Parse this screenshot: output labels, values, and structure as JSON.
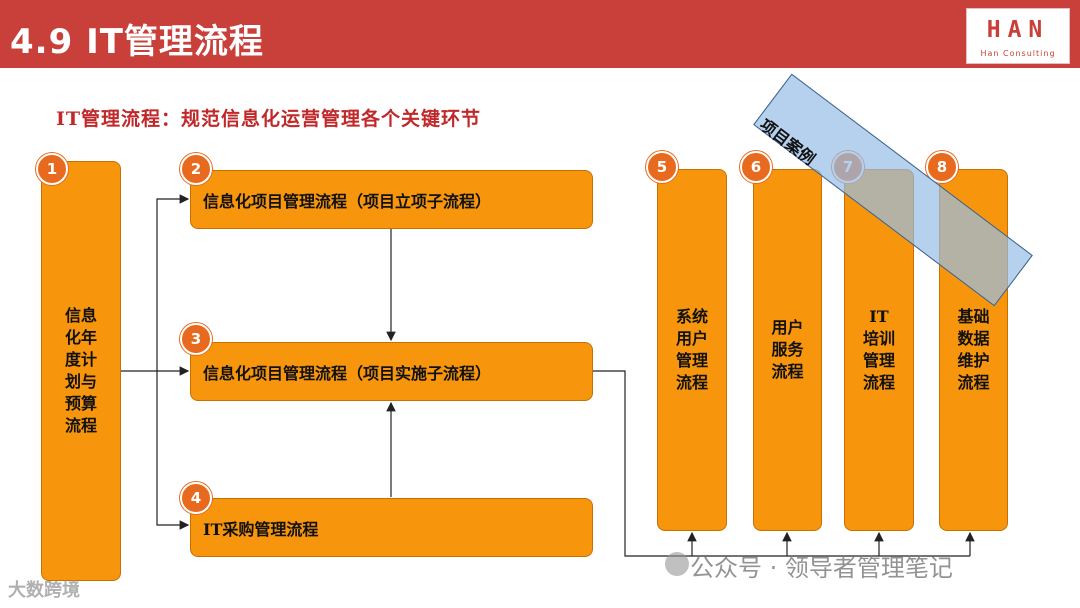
{
  "title": "4.9 IT管理流程",
  "logo": {
    "text": "HAN",
    "sub": "Han Consulting"
  },
  "subtitle": "IT管理流程：规范信息化运营管理各个关键环节",
  "steps": [
    {
      "num": "1",
      "label": "信息化年度计划与预算流程"
    },
    {
      "num": "2",
      "label": "信息化项目管理流程（项目立项子流程）"
    },
    {
      "num": "3",
      "label": "信息化项目管理流程（项目实施子流程）"
    },
    {
      "num": "4",
      "label": "IT采购管理流程"
    },
    {
      "num": "5",
      "label": "系统用户管理流程"
    },
    {
      "num": "6",
      "label": "用户服务流程"
    },
    {
      "num": "7",
      "label": "IT 培训管理流程"
    },
    {
      "num": "8",
      "label": "基础数据维护流程"
    }
  ],
  "case_label": "项目案例",
  "watermark": "公众号 · 领导者管理笔记",
  "watermark2": "大数跨境"
}
